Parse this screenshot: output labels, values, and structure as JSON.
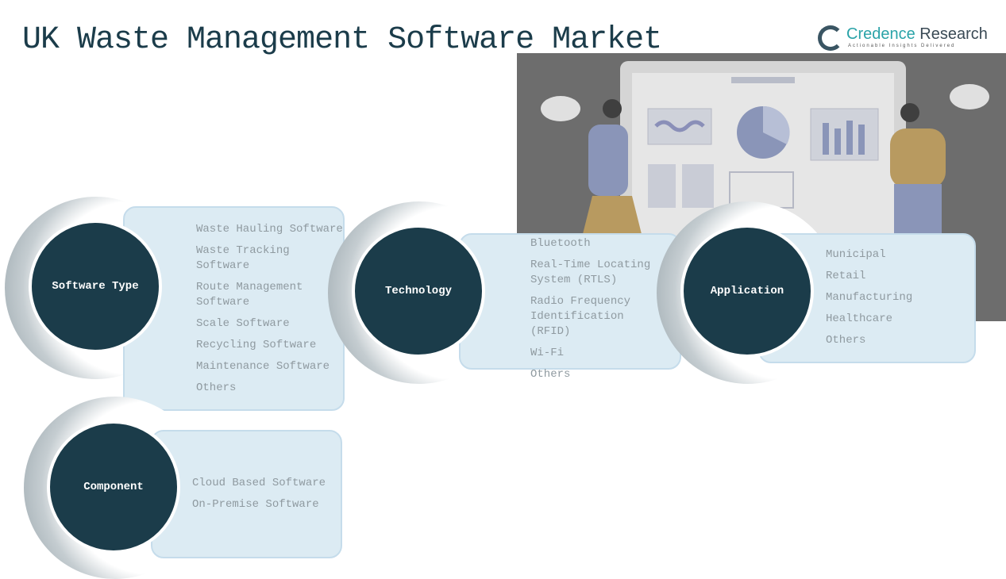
{
  "title": "UK Waste Management Software Market",
  "logo": {
    "brand_part1": "Credence",
    "brand_part2": " Research",
    "tagline": "Actionable Insights Delivered"
  },
  "segments": [
    {
      "label": "Software Type",
      "items": [
        "Waste Hauling Software",
        "Waste Tracking Software",
        "Route Management Software",
        "Scale Software",
        "Recycling Software",
        "Maintenance Software",
        "Others"
      ]
    },
    {
      "label": "Technology",
      "items": [
        "Bluetooth",
        "Real-Time Locating System (RTLS)",
        "Radio Frequency Identification (RFID)",
        "Wi-Fi",
        "Others"
      ]
    },
    {
      "label": "Application",
      "items": [
        "Municipal",
        "Retail",
        "Manufacturing",
        "Healthcare",
        "Others"
      ]
    },
    {
      "label": "Component",
      "items": [
        "Cloud Based Software",
        "On-Premise Software"
      ]
    }
  ],
  "colors": {
    "circle": "#1b3c4a",
    "box": "#dcebf3",
    "item_text": "#8f9aa0"
  }
}
